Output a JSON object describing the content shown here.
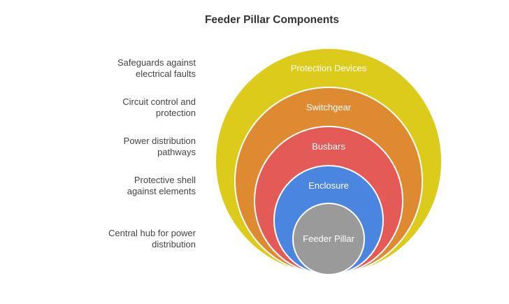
{
  "title": "Feeder Pillar Components",
  "layers": [
    {
      "label": "Protection Devices",
      "color": "#dccb1a",
      "description": [
        "Safeguards against",
        "electrical faults"
      ]
    },
    {
      "label": "Switchgear",
      "color": "#dd8a31",
      "description": [
        "Circuit control and",
        "protection"
      ]
    },
    {
      "label": "Busbars",
      "color": "#e45a57",
      "description": [
        "Power distribution",
        "pathways"
      ]
    },
    {
      "label": "Enclosure",
      "color": "#4a86e0",
      "description": [
        "Protective shell",
        "against elements"
      ]
    },
    {
      "label": "Feeder Pillar",
      "color": "#9a9a9a",
      "description": [
        "Central hub for power",
        "distribution"
      ]
    }
  ]
}
